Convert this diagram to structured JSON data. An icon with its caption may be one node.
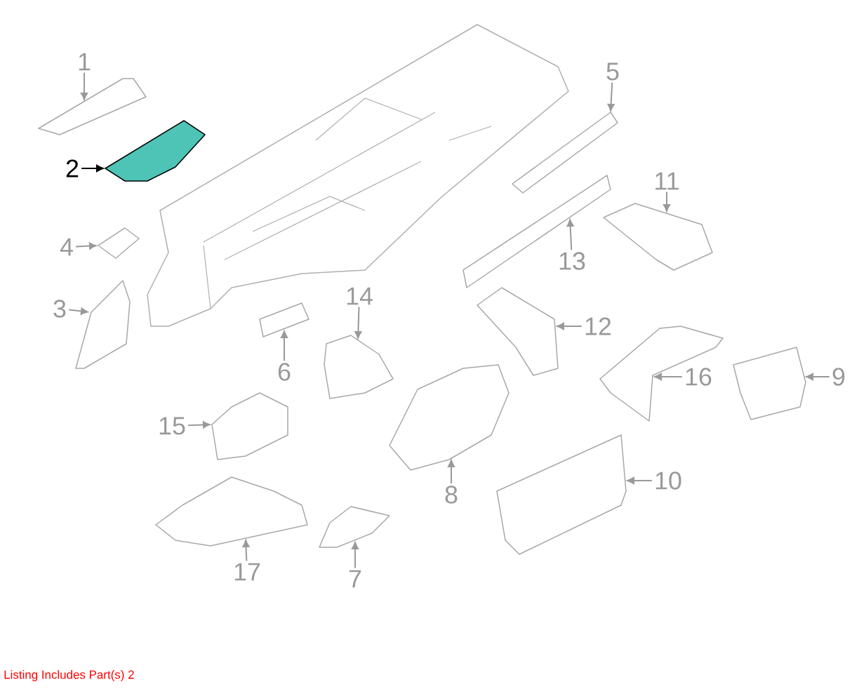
{
  "diagram": {
    "nodes": [
      {
        "text": [
          "1"
        ]
      },
      {
        "text": [],
        "shape": "picture"
      },
      {
        "text": [
          "2"
        ]
      },
      {
        "text": [],
        "shape": "picture"
      },
      {
        "text": [
          "3"
        ]
      },
      {
        "text": [],
        "shape": "picture"
      },
      {
        "text": [
          "4"
        ]
      },
      {
        "text": [],
        "shape": "picture"
      },
      {
        "text": [
          "5"
        ]
      },
      {
        "text": [],
        "shape": "picture"
      },
      {
        "text": [
          "6"
        ]
      },
      {
        "text": [],
        "shape": "picture"
      },
      {
        "text": [
          "7"
        ]
      },
      {
        "text": [],
        "shape": "picture"
      },
      {
        "text": [
          "8"
        ]
      },
      {
        "text": [],
        "shape": "picture"
      },
      {
        "text": [
          "9"
        ]
      },
      {
        "text": [],
        "shape": "picture"
      },
      {
        "text": [
          "10"
        ]
      },
      {
        "text": [],
        "shape": "picture"
      },
      {
        "text": [
          "11"
        ]
      },
      {
        "text": [],
        "shape": "picture"
      },
      {
        "text": [
          "12"
        ]
      },
      {
        "text": [],
        "shape": "picture"
      },
      {
        "text": [
          "13"
        ]
      },
      {
        "text": [],
        "shape": "picture"
      },
      {
        "text": [
          "14"
        ]
      },
      {
        "text": [],
        "shape": "picture"
      },
      {
        "text": [
          "15"
        ]
      },
      {
        "text": [],
        "shape": "picture"
      },
      {
        "text": [
          "16"
        ]
      },
      {
        "text": [],
        "shape": "picture"
      },
      {
        "text": [
          "17"
        ]
      },
      {
        "text": [],
        "shape": "picture"
      }
    ],
    "edges": [
      {
        "from": 0,
        "to": 1,
        "arrow": "to"
      },
      {
        "from": 2,
        "to": 3,
        "arrow": "to",
        "color": "#000000"
      },
      {
        "from": 4,
        "to": 5,
        "arrow": "to"
      },
      {
        "from": 6,
        "to": 7,
        "arrow": "to"
      },
      {
        "from": 8,
        "to": 9,
        "arrow": "to"
      },
      {
        "from": 10,
        "to": 11,
        "arrow": "to"
      },
      {
        "from": 12,
        "to": 13,
        "arrow": "to"
      },
      {
        "from": 14,
        "to": 15,
        "arrow": "to"
      },
      {
        "from": 16,
        "to": 17,
        "arrow": "to"
      },
      {
        "from": 18,
        "to": 19,
        "arrow": "to"
      },
      {
        "from": 20,
        "to": 21,
        "arrow": "to"
      },
      {
        "from": 22,
        "to": 23,
        "arrow": "to"
      },
      {
        "from": 24,
        "to": 25,
        "arrow": "to"
      },
      {
        "from": 26,
        "to": 27,
        "arrow": "to"
      },
      {
        "from": 28,
        "to": 29,
        "arrow": "to"
      },
      {
        "from": 30,
        "to": 31,
        "arrow": "to"
      },
      {
        "from": 32,
        "to": 33,
        "arrow": "to"
      }
    ],
    "labels": [
      "Listing Includes Part(s) 2"
    ]
  }
}
